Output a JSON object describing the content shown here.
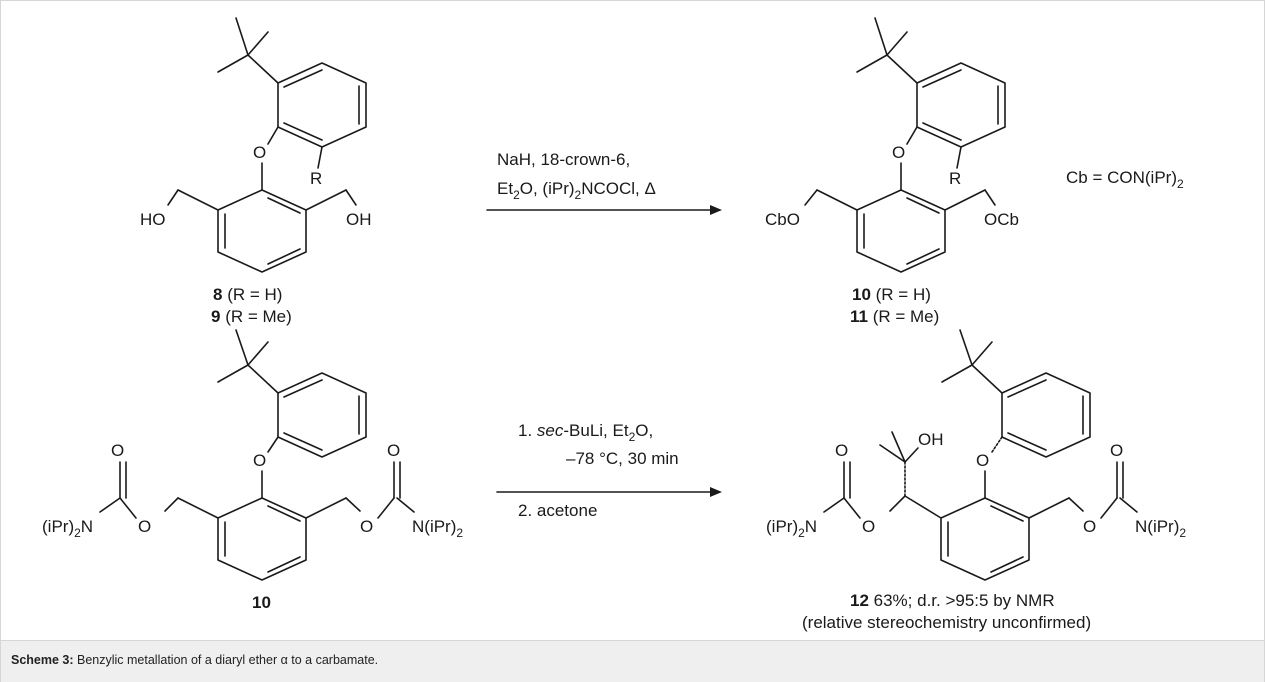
{
  "reaction1": {
    "reagents_line1": "NaH, 18-crown-6,",
    "reagents_line2_a": "Et",
    "reagents_line2_sub": "2",
    "reagents_line2_b": "O, (iPr)",
    "reagents_line2_sub2": "2",
    "reagents_line2_c": "NCOCl, Δ"
  },
  "reaction2": {
    "reagents_line1_num": "1. ",
    "reagents_line1_italic": "sec",
    "reagents_line1_rest": "-BuLi, Et",
    "reagents_line1_sub": "2",
    "reagents_line1_end": "O,",
    "reagents_line2": "–78 °C, 30 min",
    "reagents_line3": "2. acetone"
  },
  "cb_definition": {
    "text": "Cb = CON(iPr)",
    "sub": "2"
  },
  "compounds": {
    "c8": {
      "number": "8",
      "detail": " (R = H)"
    },
    "c9": {
      "number": "9",
      "detail": " (R = Me)"
    },
    "c10": {
      "number": "10",
      "detail": " (R = H)"
    },
    "c11": {
      "number": "11",
      "detail": " (R = Me)"
    },
    "c10b": {
      "number": "10"
    },
    "c12": {
      "number": "12",
      "detail": " 63%; d.r. >95:5 by NMR",
      "note": "(relative stereochemistry unconfirmed)"
    }
  },
  "atom_labels": {
    "O": "O",
    "R": "R",
    "HO": "HO",
    "OH": "OH",
    "CbO": "CbO",
    "OCb": "OCb",
    "iPr2N_a": "(iPr)",
    "iPr2N_sub": "2",
    "iPr2N_b": "N",
    "NiPr2_a": "N(iPr)",
    "NiPr2_sub": "2"
  },
  "caption": {
    "label": "Scheme 3:",
    "text": " Benzylic metallation of a diaryl ether α to a carbamate."
  }
}
